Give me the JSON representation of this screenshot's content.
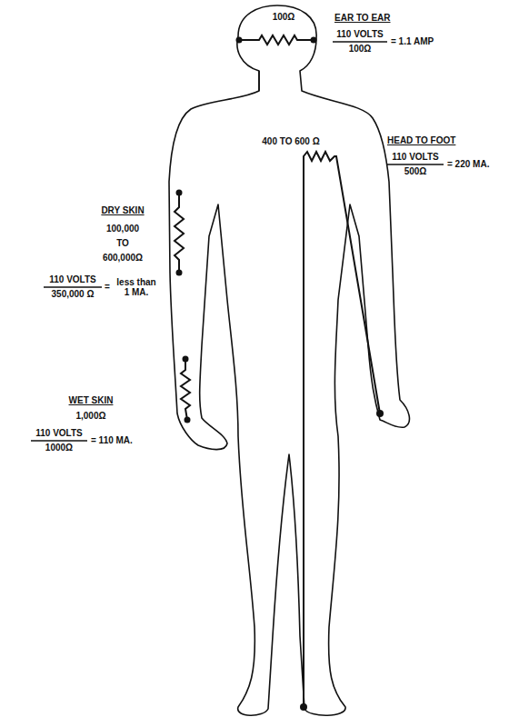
{
  "diagram": {
    "labels": [
      "100Ω",
      "EAR TO EAR",
      "110 VOLTS",
      "100Ω",
      "= 1.1 AMP",
      "400 TO 600 Ω",
      "HEAD TO FOOT",
      "110 VOLTS",
      "500Ω",
      "= 220 MA.",
      "DRY SKIN",
      "100,000",
      "TO",
      "600,000Ω",
      "110 VOLTS",
      "350,000 Ω",
      "=",
      "less than 1 MA.",
      "WET SKIN",
      "1,000Ω",
      "110 VOLTS",
      "1000Ω",
      "= 110 MA."
    ]
  }
}
